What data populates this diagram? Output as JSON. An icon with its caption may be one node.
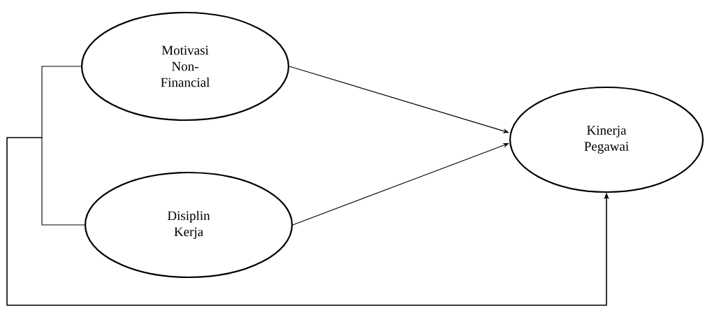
{
  "diagram": {
    "nodes": [
      {
        "text": [
          "Motivasi Non-Financial"
        ]
      },
      {
        "text": [
          "Disiplin Kerja"
        ]
      },
      {
        "text": [
          "Kinerja Pegawai"
        ]
      }
    ],
    "edges": [
      {
        "from": 0,
        "to": 2,
        "arrow": "to"
      },
      {
        "from": 1,
        "to": 2,
        "arrow": "to"
      },
      {
        "from": 0,
        "to": 2,
        "arrow": "to"
      },
      {
        "from": 1,
        "to": 2,
        "arrow": "to"
      }
    ]
  }
}
